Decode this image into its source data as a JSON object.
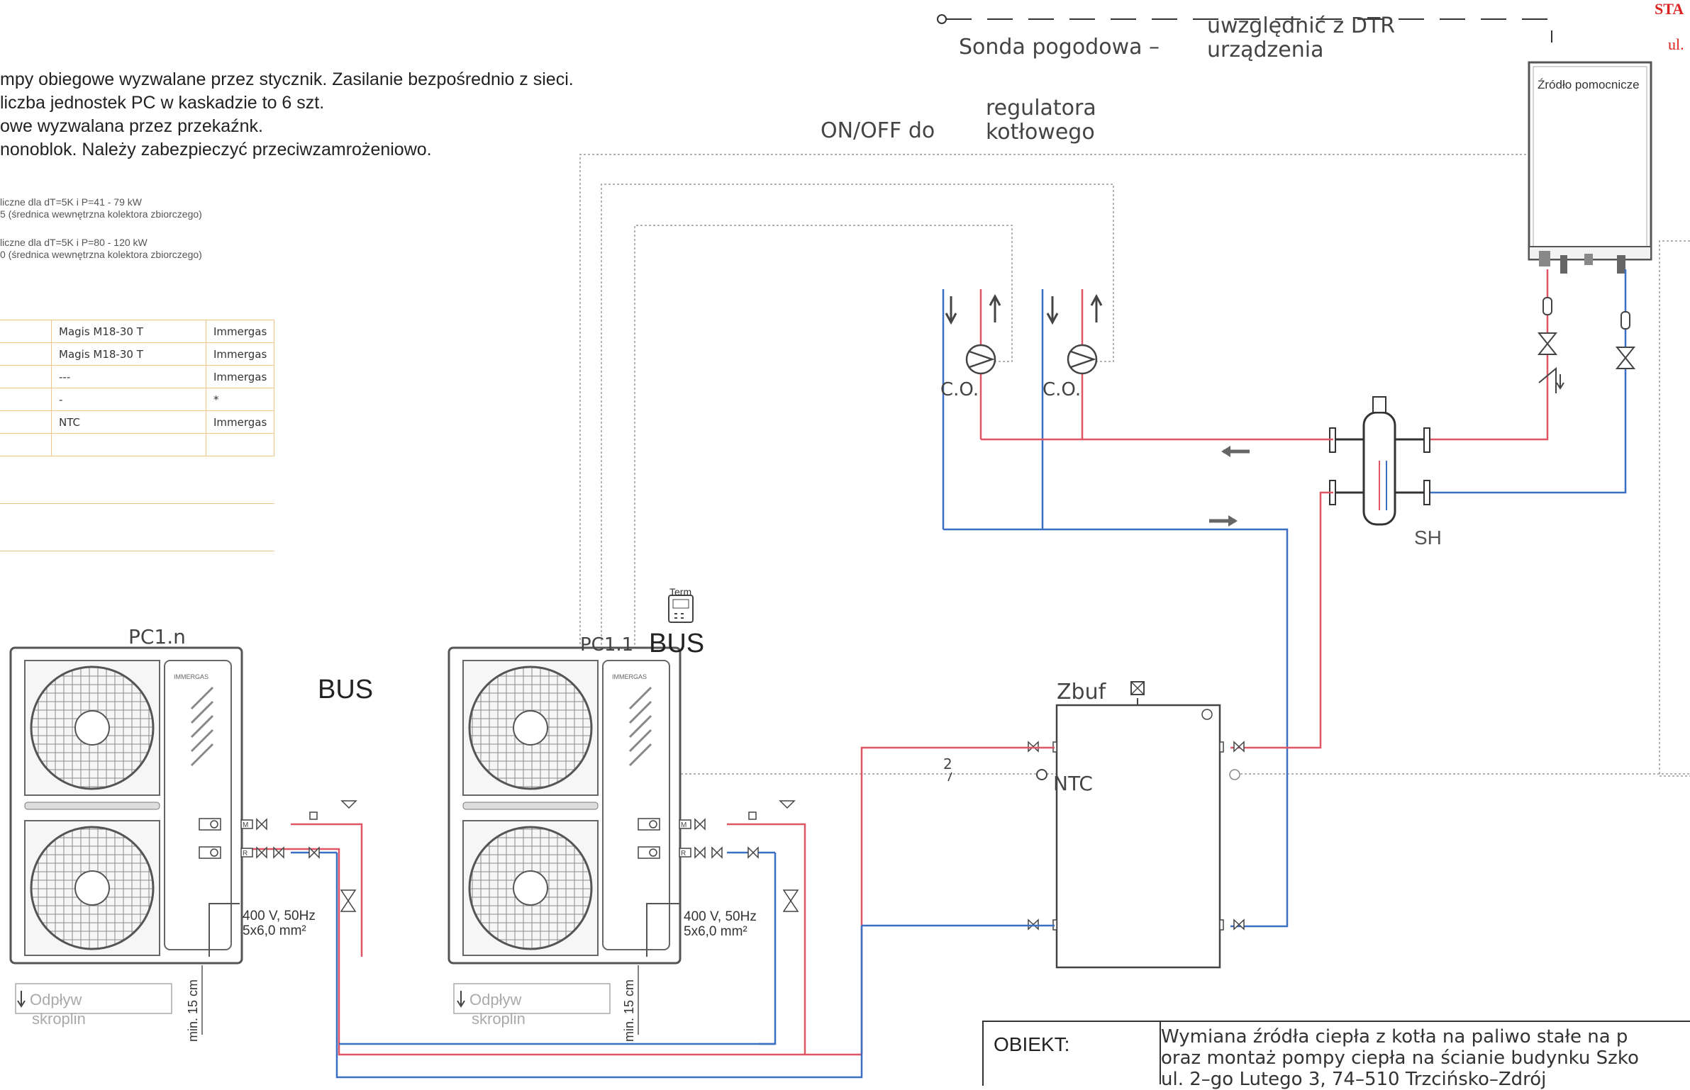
{
  "notes": [
    "mpy obiegowe wyzwalane przez stycznik. Zasilanie bezpośrednio z sieci.",
    "liczba jednostek PC w kaskadzie to 6 szt.",
    "owe wyzwalana przez przekaźnk.",
    "nonoblok. Należy zabezpieczyć przeciwzamrożeniowo."
  ],
  "small_notes": [
    "liczne dla dT=5K i P=41 - 79 kW",
    "5 (średnica wewnętrzna kolektora zbiorczego)",
    "liczne dla dT=5K i P=80 - 120 kW",
    "0 (średnica wewnętrzna kolektora zbiorczego)"
  ],
  "equipment_table": [
    {
      "a": "",
      "model": "Magis M18-30 T",
      "maker": "Immergas"
    },
    {
      "a": "",
      "model": "Magis M18-30 T",
      "maker": "Immergas"
    },
    {
      "a": "",
      "model": "---",
      "maker": "Immergas"
    },
    {
      "a": "",
      "model": "-",
      "maker": "*"
    },
    {
      "a": "",
      "model": "NTC",
      "maker": "Immergas"
    },
    {
      "a": "",
      "model": "",
      "maker": ""
    },
    {
      "a": "",
      "model": "",
      "maker": ""
    },
    {
      "a": "",
      "model": "",
      "maker": ""
    }
  ],
  "labels": {
    "sonda_pogodowa": "Sonda pogodowa  –",
    "uwzglednic_line1": "uwzględnić z DTR",
    "uwzglednic_line2": "urządzenia",
    "onoff": "ON/OFF do",
    "regulatora": "regulatora",
    "kotlowego": "kotłowego",
    "zrodlo_pomocnicze": "Źródło pomocnicze",
    "co_1": "C.O.",
    "co_2": "C.O.",
    "sh": "SH",
    "zbuf": "Zbuf",
    "ntc": "NTC",
    "num_2": "2",
    "pc1n": "PC1.n",
    "pc11": "PC1.1",
    "bus_1": "BUS",
    "bus_2": "BUS",
    "term": "Term",
    "power_1a": "400 V, 50Hz",
    "power_1b": "5x6,0 mm²",
    "power_2a": "400 V, 50Hz",
    "power_2b": "5x6,0 mm²",
    "odplyw_1a": "Odpływ",
    "odplyw_1b": "skroplin",
    "odplyw_2a": "Odpływ",
    "odplyw_2b": "skroplin",
    "min15_1": "min. 15 cm",
    "min15_2": "min. 15 cm",
    "brand": "IMMERGAS",
    "valve_m": "M",
    "valve_r": "R"
  },
  "title_block": {
    "objekt_label": "OBIEKT:",
    "line1": "Wymiana źródła ciepła z kotła na paliwo stałe na p",
    "line2": "oraz montaż pompy ciepła na ścianie budynku Szko",
    "line3": "ul. 2–go Lutego 3, 74–510 Trzcińsko–Zdrój"
  },
  "stamp": {
    "line1": "STA",
    "line2": "ul."
  },
  "colors": {
    "supply": "#e05563",
    "return": "#3a6fc4",
    "signal": "#999999",
    "outline": "#555555",
    "table_border": "#f3c68a"
  }
}
